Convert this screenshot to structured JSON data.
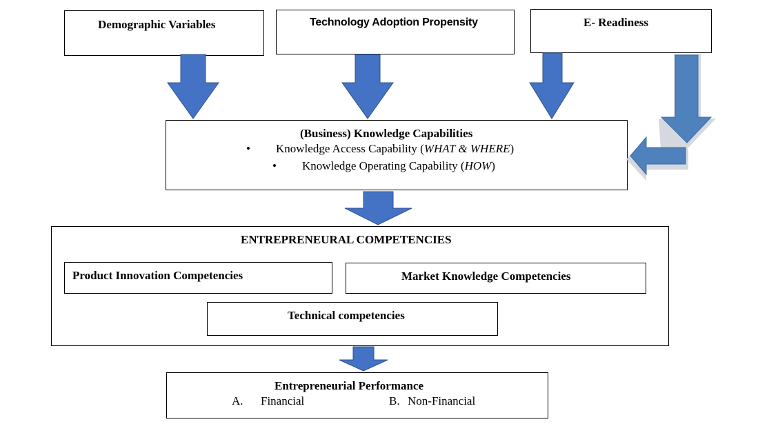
{
  "top_boxes": {
    "demographic": "Demographic Variables",
    "technology": "Technology Adoption Propensity",
    "ereadiness": "E- Readiness"
  },
  "knowledge": {
    "title": "(Business) Knowledge Capabilities",
    "bullet_glyph": "•",
    "item1_text": "Knowledge Access Capability (",
    "item1_italic": "WHAT & WHERE",
    "item1_close": ")",
    "item2_text": "Knowledge Operating Capability (",
    "item2_italic": "HOW",
    "item2_close": ")"
  },
  "competencies": {
    "title": "ENTREPRENEURAL COMPETENCIES",
    "product": "Product Innovation Competencies",
    "market": "Market Knowledge Competencies",
    "technical": "Technical competencies"
  },
  "performance": {
    "title": "Entrepreneurial Performance",
    "a_marker": "A.",
    "a_label": "Financial",
    "b_marker": "B.",
    "b_label": "Non-Financial"
  },
  "colors": {
    "arrow_fill": "#4472C4",
    "arrow_stroke": "#2F528F",
    "bent_arrow_fill": "#4F81BD",
    "bent_arrow_outline": "#D0D4DA"
  }
}
